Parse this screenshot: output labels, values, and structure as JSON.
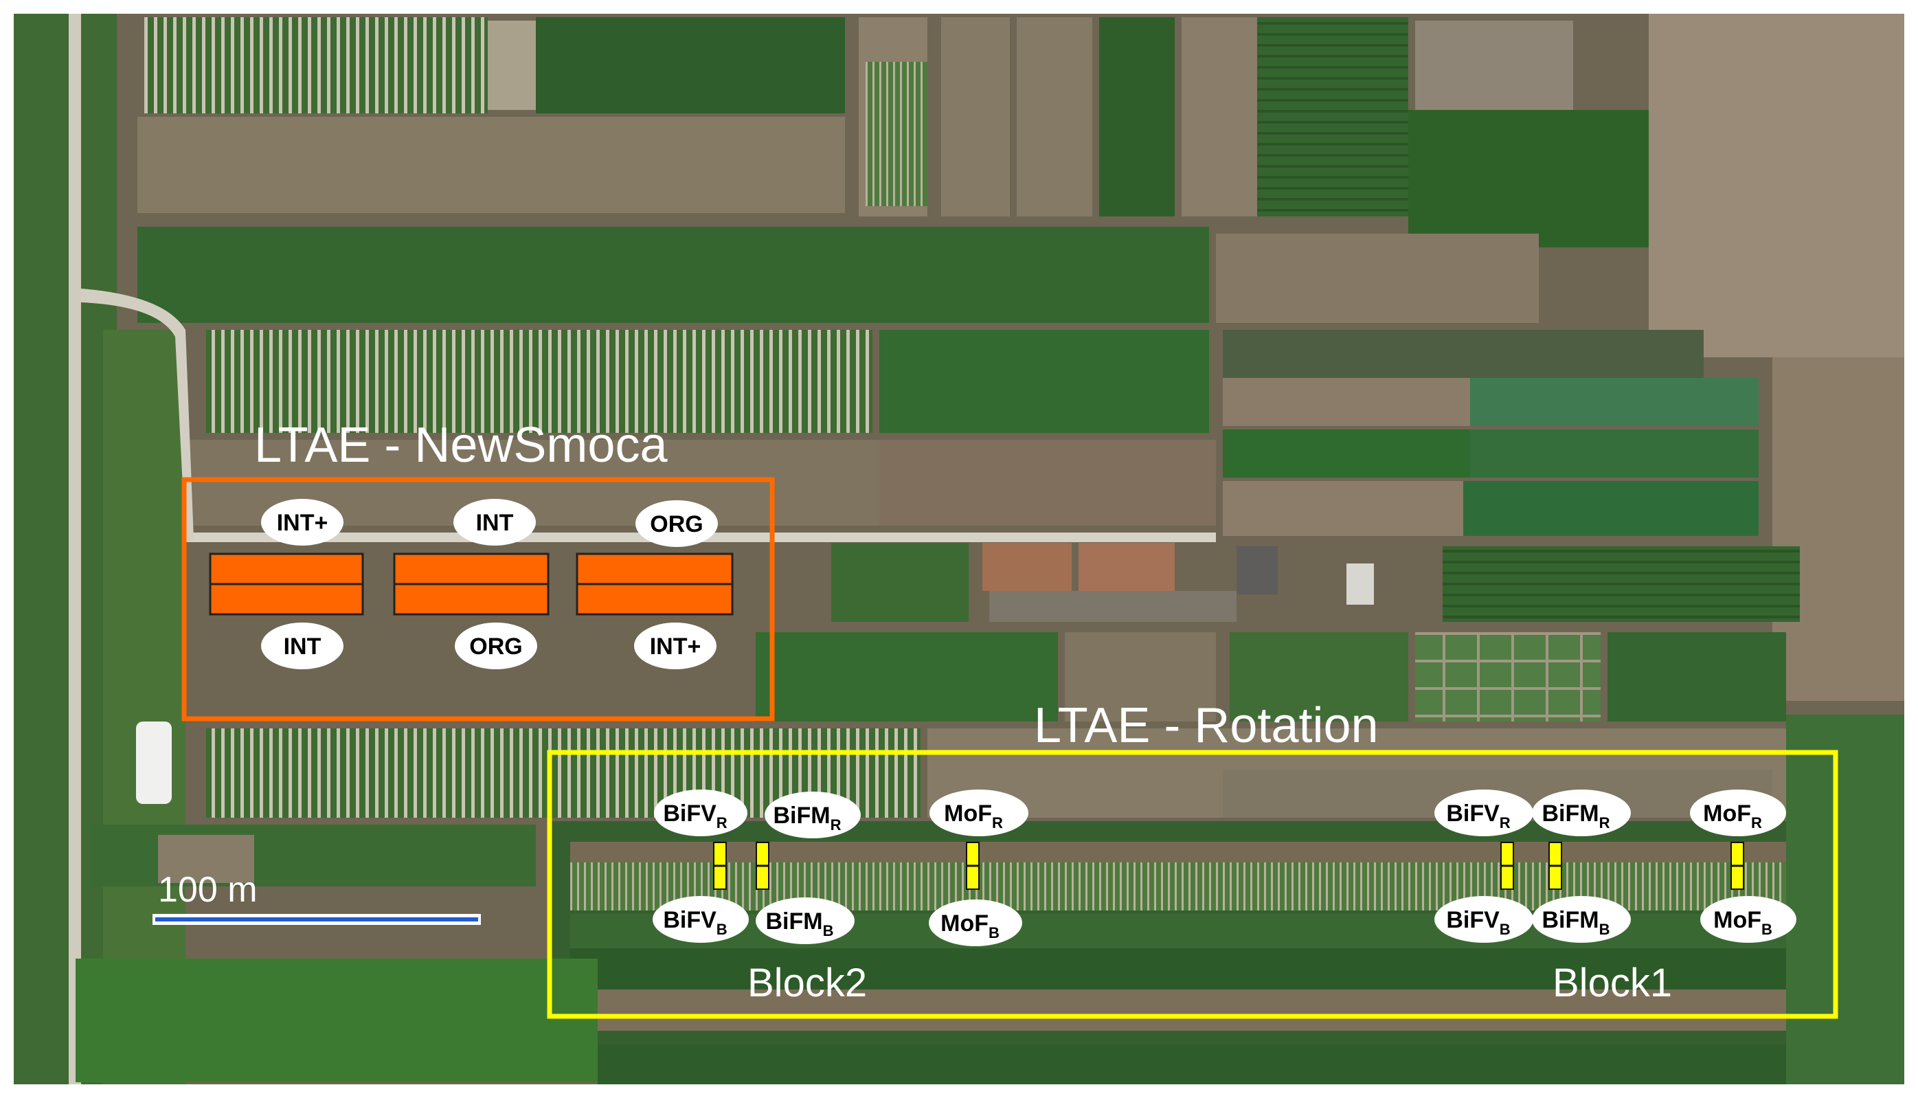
{
  "newsmoca": {
    "title": "LTAE - NewSmoca",
    "frame_color": "#ff6a00",
    "plot_color": "#ff6600",
    "top_labels": [
      "INT+",
      "INT",
      "ORG"
    ],
    "bottom_labels": [
      "INT",
      "ORG",
      "INT+"
    ]
  },
  "rotation": {
    "title": "LTAE - Rotation",
    "frame_color": "#ffff00",
    "plot_color": "#ffff00",
    "blocks": [
      {
        "name": "Block2",
        "top": [
          {
            "base": "BiFV",
            "sub": "R"
          },
          {
            "base": "BiFM",
            "sub": "R"
          },
          {
            "base": "MoF",
            "sub": "R"
          }
        ],
        "bottom": [
          {
            "base": "BiFV",
            "sub": "B"
          },
          {
            "base": "BiFM",
            "sub": "B"
          },
          {
            "base": "MoF",
            "sub": "B"
          }
        ]
      },
      {
        "name": "Block1",
        "top": [
          {
            "base": "BiFV",
            "sub": "R"
          },
          {
            "base": "BiFM",
            "sub": "R"
          },
          {
            "base": "MoF",
            "sub": "R"
          }
        ],
        "bottom": [
          {
            "base": "BiFV",
            "sub": "B"
          },
          {
            "base": "BiFM",
            "sub": "B"
          },
          {
            "base": "MoF",
            "sub": "B"
          }
        ]
      }
    ]
  },
  "scale_bar": {
    "label": "100 m",
    "color": "#1f5bd6"
  }
}
